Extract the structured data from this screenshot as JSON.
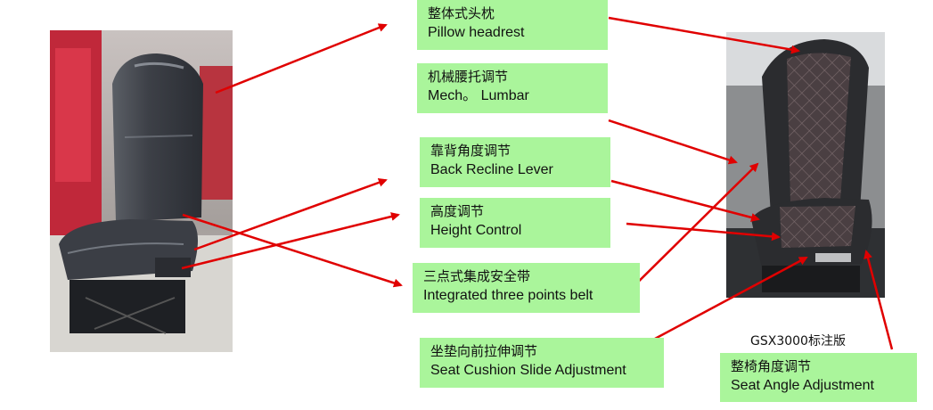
{
  "labels": {
    "headrest": {
      "zh": "整体式头枕",
      "en": "Pillow  headrest"
    },
    "lumbar": {
      "zh": "机械腰托调节",
      "en": "Mech。 Lumbar"
    },
    "recline": {
      "zh": "靠背角度调节",
      "en": "Back Recline Lever"
    },
    "height": {
      "zh": "高度调节",
      "en": "Height Control"
    },
    "belt": {
      "zh": "三点式集成安全带",
      "en": "Integrated three points belt"
    },
    "cushion": {
      "zh": "坐垫向前拉伸调节",
      "en": "Seat Cushion Slide Adjustment"
    },
    "angle": {
      "zh": "整椅角度调节",
      "en": "Seat Angle Adjustment"
    }
  },
  "caption": "GSX3000标注版",
  "colors": {
    "label_bg": "#aaf59b",
    "arrow": "#e00000"
  }
}
